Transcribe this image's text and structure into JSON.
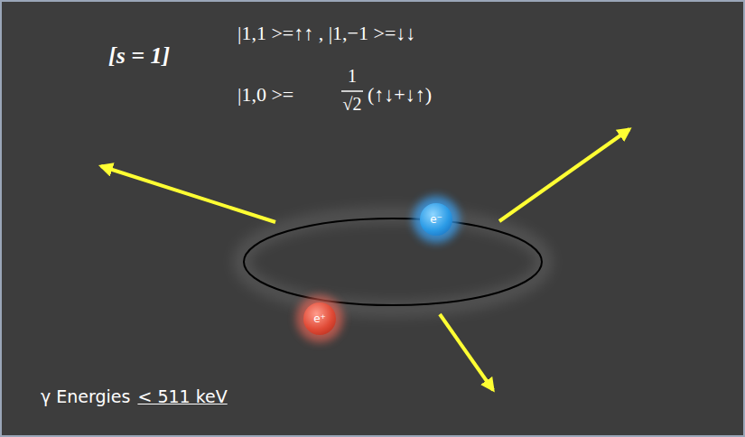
{
  "diagram": {
    "nodes": [
      {
        "text": [
          "e⁻"
        ]
      },
      {
        "text": [
          "e⁺"
        ]
      }
    ],
    "labels": [
      "[s = 1]",
      "|1,1 >=↑↑ , |1,−1 >=↓↓",
      "|1,0 >=",
      "1",
      "√2",
      "(↑↓+↓↑)",
      "γ Energies",
      "< 511 keV"
    ]
  }
}
